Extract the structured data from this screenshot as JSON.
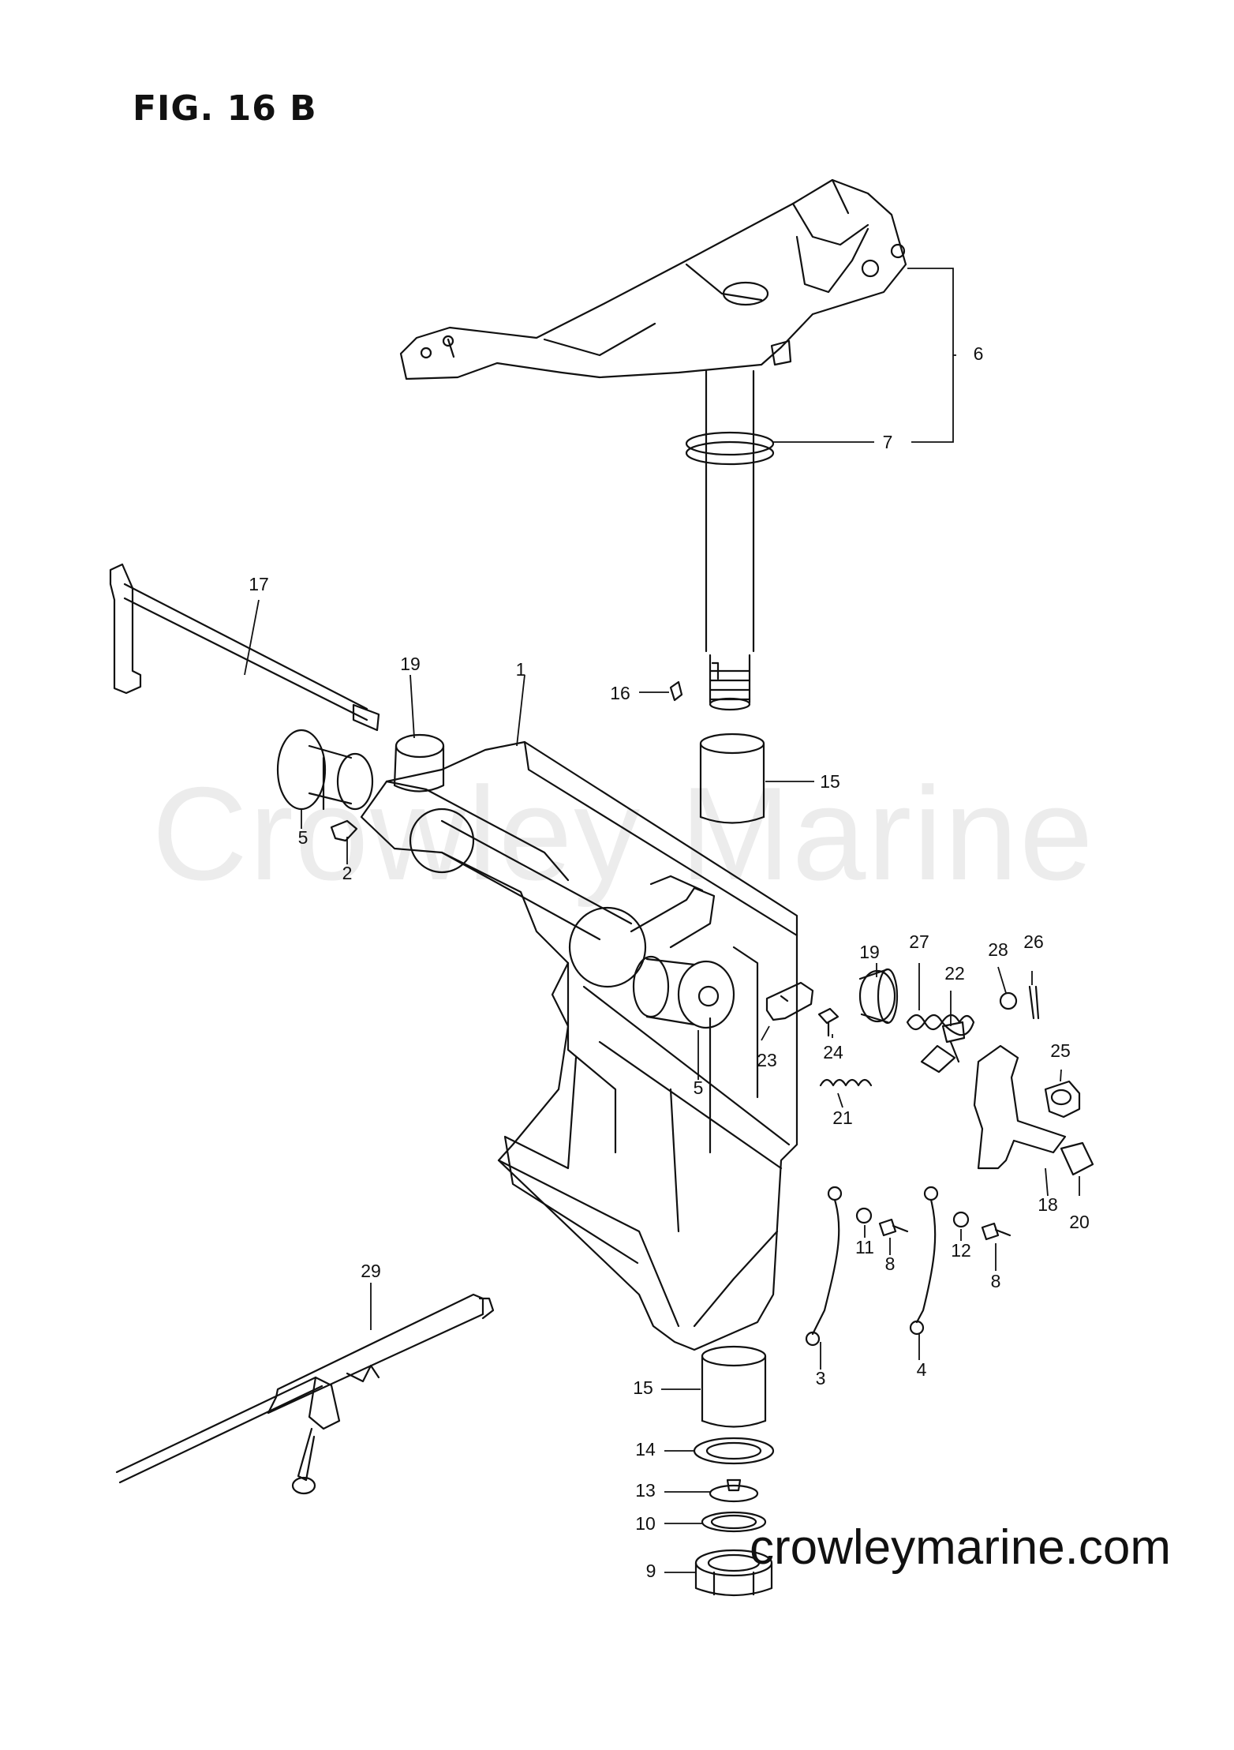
{
  "figure_title": "FIG. 16 B",
  "watermark": "Crowley Marine",
  "footer": "crowleymarine.com",
  "colors": {
    "line": "#111111",
    "background": "#ffffff",
    "watermark": "#ececec"
  },
  "callouts": [
    {
      "id": "c1",
      "label": "1"
    },
    {
      "id": "c2",
      "label": "2"
    },
    {
      "id": "c3",
      "label": "3"
    },
    {
      "id": "c4",
      "label": "4"
    },
    {
      "id": "c5a",
      "label": "5"
    },
    {
      "id": "c5b",
      "label": "5"
    },
    {
      "id": "c6",
      "label": "6"
    },
    {
      "id": "c7",
      "label": "7"
    },
    {
      "id": "c8a",
      "label": "8"
    },
    {
      "id": "c8b",
      "label": "8"
    },
    {
      "id": "c9",
      "label": "9"
    },
    {
      "id": "c10",
      "label": "10"
    },
    {
      "id": "c11",
      "label": "11"
    },
    {
      "id": "c12",
      "label": "12"
    },
    {
      "id": "c13",
      "label": "13"
    },
    {
      "id": "c14",
      "label": "14"
    },
    {
      "id": "c15a",
      "label": "15"
    },
    {
      "id": "c15b",
      "label": "15"
    },
    {
      "id": "c16",
      "label": "16"
    },
    {
      "id": "c17",
      "label": "17"
    },
    {
      "id": "c18",
      "label": "18"
    },
    {
      "id": "c19a",
      "label": "19"
    },
    {
      "id": "c19b",
      "label": "19"
    },
    {
      "id": "c20",
      "label": "20"
    },
    {
      "id": "c21",
      "label": "21"
    },
    {
      "id": "c22",
      "label": "22"
    },
    {
      "id": "c23",
      "label": "23"
    },
    {
      "id": "c24",
      "label": "24"
    },
    {
      "id": "c25",
      "label": "25"
    },
    {
      "id": "c26",
      "label": "26"
    },
    {
      "id": "c27",
      "label": "27"
    },
    {
      "id": "c28",
      "label": "28"
    },
    {
      "id": "c29",
      "label": "29"
    }
  ]
}
